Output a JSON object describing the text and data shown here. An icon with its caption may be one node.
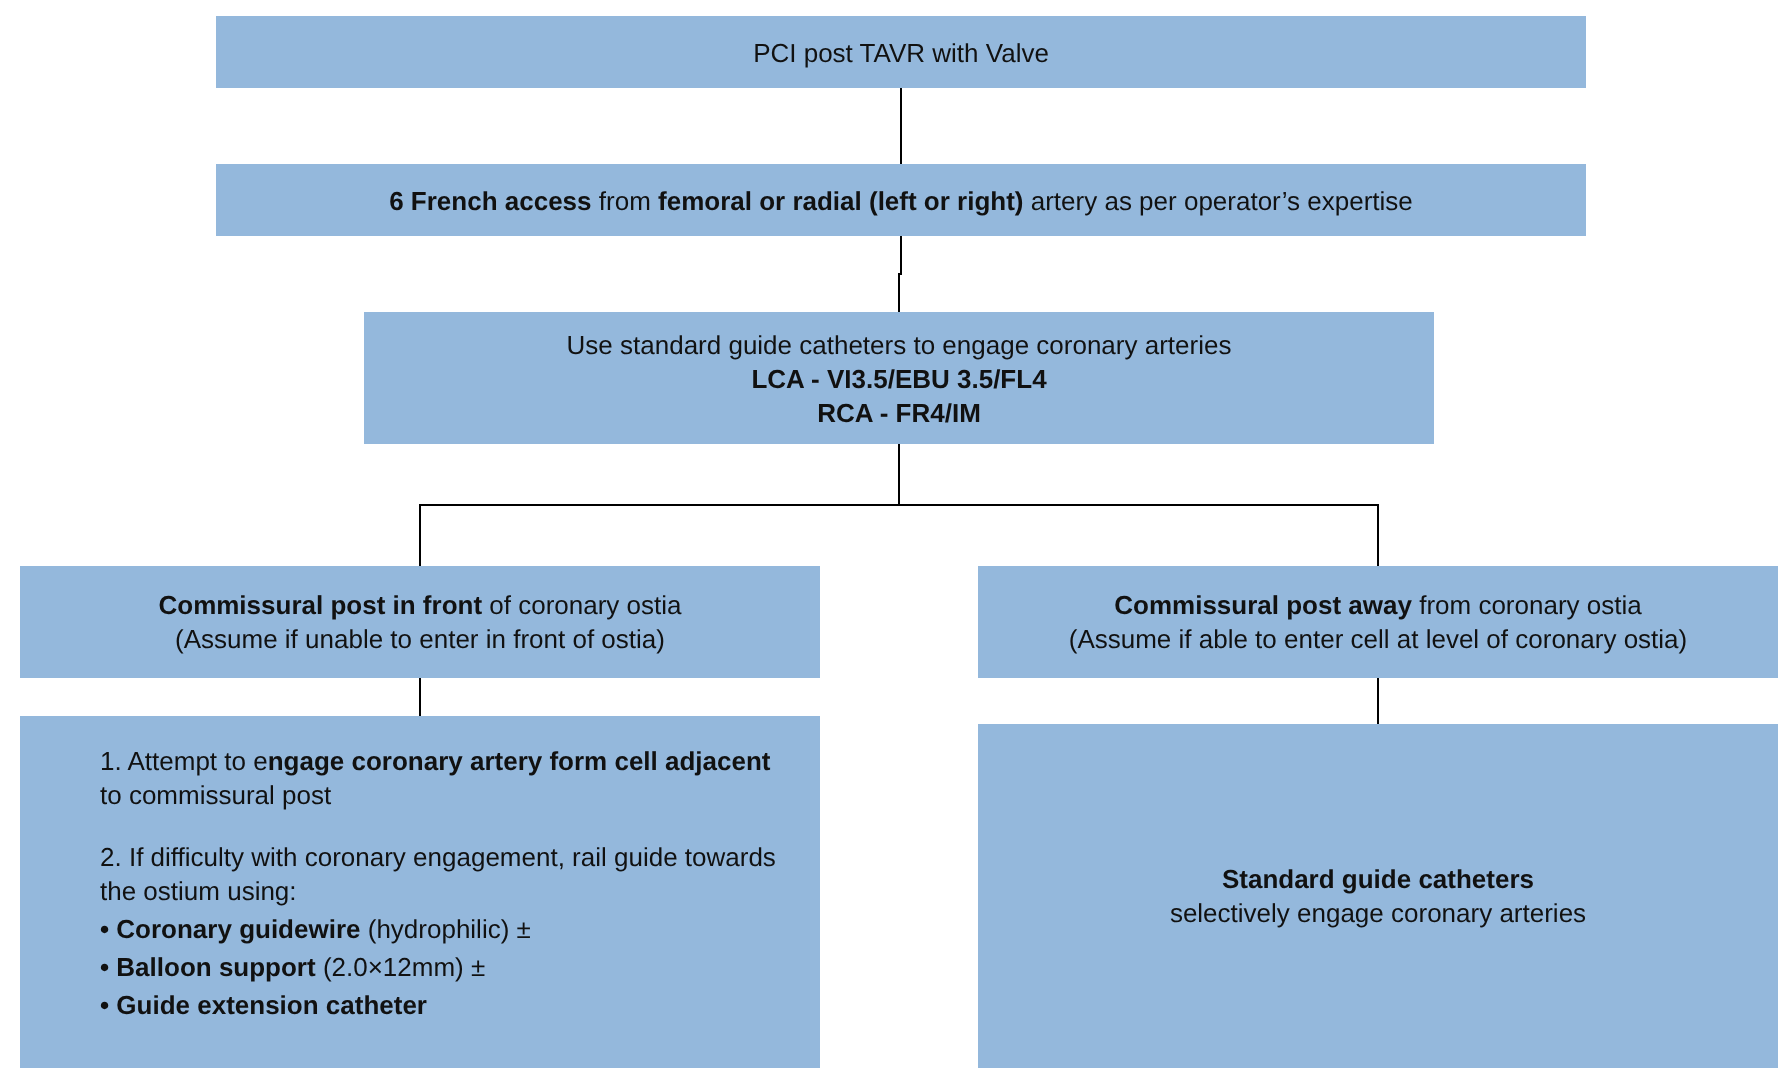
{
  "diagram": {
    "nodes": [
      {
        "text": [
          "PCI post TAVR with Valve"
        ]
      },
      {
        "text": [
          "**6 French access** from **femoral or radial (left or right)** artery as per operator’s expertise"
        ]
      },
      {
        "text": [
          "Use standard guide catheters to engage coronary arteries",
          "**LCA - VI3.5/EBU 3.5/FL4**",
          "**RCA - FR4/IM**"
        ]
      },
      {
        "text": [
          "**Commissural post in front** of coronary ostia",
          "(Assume if unable to enter in front of ostia)"
        ]
      },
      {
        "text": [
          "**Commissural post away** from coronary ostia",
          "(Assume if able to enter cell at level of coronary ostia)"
        ]
      },
      {
        "text": [
          "1. Attempt to e**ngage coronary artery form cell adjacent** to commissural post",
          "2. If difficulty with coronary engagement, rail guide towards the ostium using:",
          "**• Coronary guidewire** (hydrophilic) ±",
          "**• Balloon support** (2.0×12mm) ±",
          "**• Guide extension catheter**"
        ]
      },
      {
        "text": [
          "**Standard guide catheters**",
          "selectively engage coronary arteries"
        ]
      }
    ],
    "edges": [
      {
        "from": 0,
        "to": 1,
        "arrow": "none"
      },
      {
        "from": 1,
        "to": 2,
        "arrow": "none"
      },
      {
        "from": 2,
        "to": 3,
        "arrow": "none"
      },
      {
        "from": 2,
        "to": 4,
        "arrow": "none"
      },
      {
        "from": 3,
        "to": 5,
        "arrow": "none"
      },
      {
        "from": 4,
        "to": 6,
        "arrow": "none"
      }
    ]
  }
}
